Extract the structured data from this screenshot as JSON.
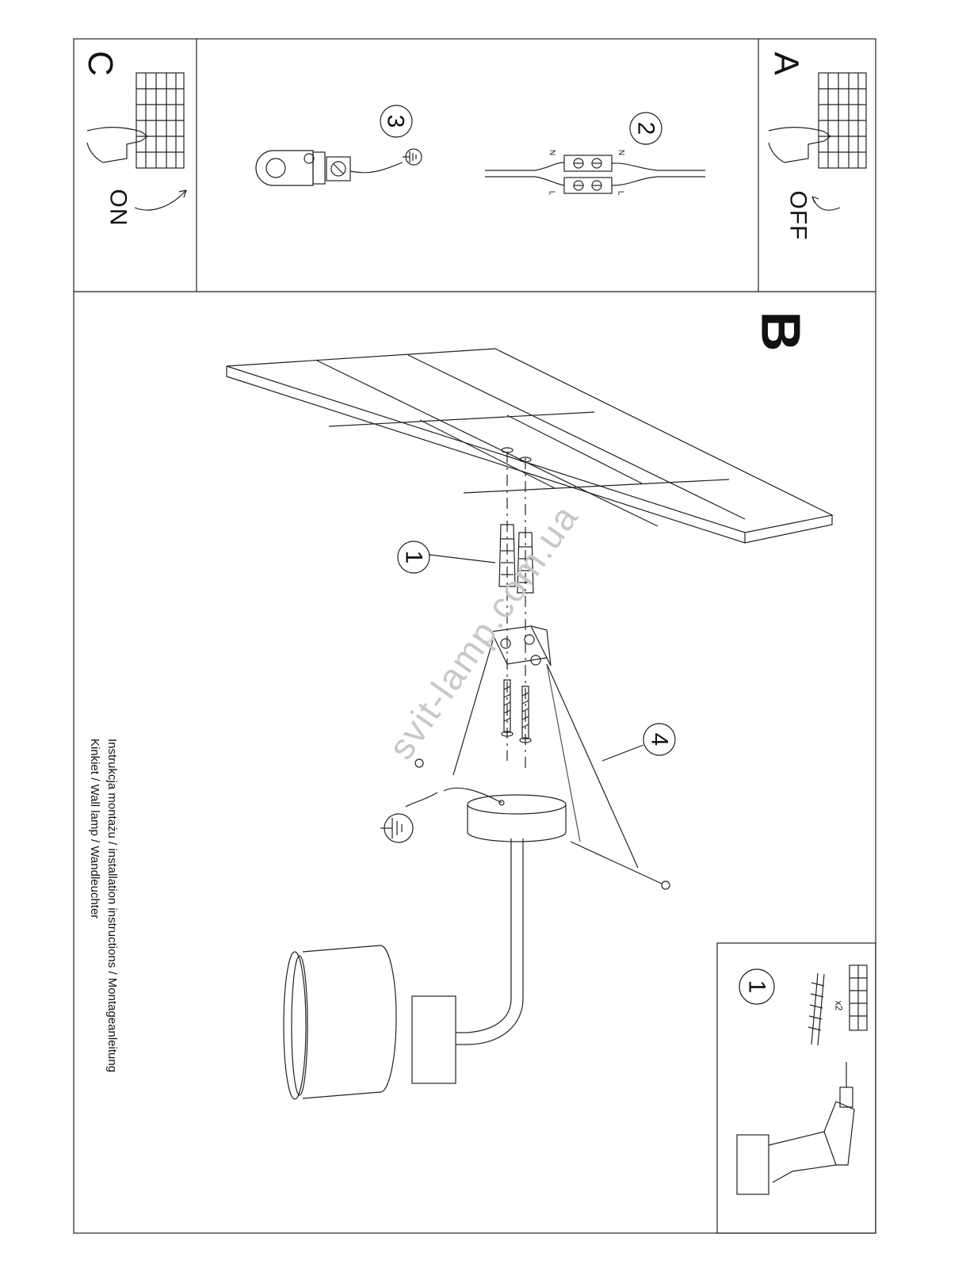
{
  "panels": {
    "a": {
      "letter": "A",
      "state": "OFF"
    },
    "b": {
      "letter": "B"
    },
    "c": {
      "letter": "C",
      "state": "ON"
    }
  },
  "steps": {
    "one": "1",
    "two": "2",
    "three": "3",
    "four": "4",
    "kit": "1"
  },
  "connector": {
    "n_left": "N",
    "n_right": "N",
    "l_left": "L",
    "l_right": "L"
  },
  "kit": {
    "quantity": "x2"
  },
  "caption": {
    "line1": "Instrukcja montażu / installation instructions / Montageanleitung",
    "line2": "Kinkiet / Wall lamp / Wandleuchter"
  },
  "watermark": "svit-lamp.com.ua"
}
